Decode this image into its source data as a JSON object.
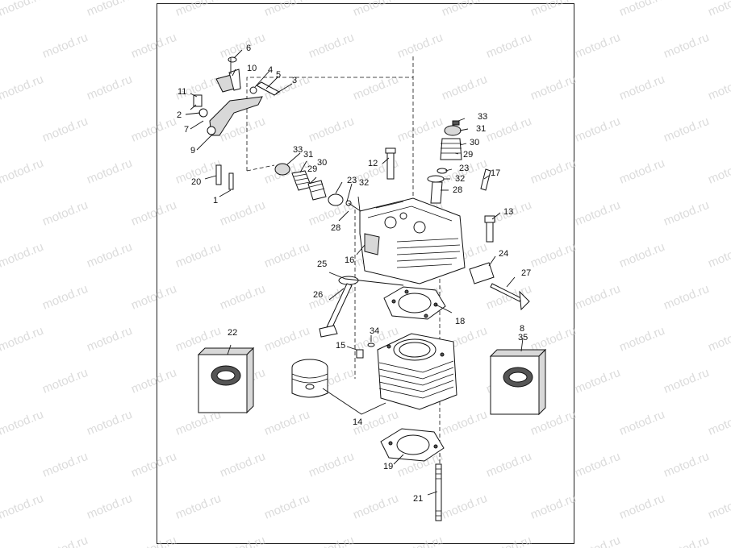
{
  "watermark": "motod.ru",
  "callouts": {
    "c1": "1",
    "c2": "2",
    "c3": "3",
    "c4": "4",
    "c5": "5",
    "c6": "6",
    "c7": "7",
    "c8": "8",
    "c9": "9",
    "c10": "10",
    "c11": "11",
    "c12": "12",
    "c13": "13",
    "c14": "14",
    "c15": "15",
    "c16": "16",
    "c17": "17",
    "c18": "18",
    "c19": "19",
    "c20": "20",
    "c21": "21",
    "c22": "22",
    "c23a": "23",
    "c23b": "23",
    "c24": "24",
    "c25": "25",
    "c26": "26",
    "c27": "27",
    "c28a": "28",
    "c28b": "28",
    "c29a": "29",
    "c29b": "29",
    "c30a": "30",
    "c30b": "30",
    "c31a": "31",
    "c31b": "31",
    "c32a": "32",
    "c32b": "32",
    "c33a": "33",
    "c33b": "33",
    "c34": "34",
    "c35": "35"
  },
  "colors": {
    "line": "#111111",
    "watermark": "#c9c9c9",
    "background": "#ffffff"
  }
}
